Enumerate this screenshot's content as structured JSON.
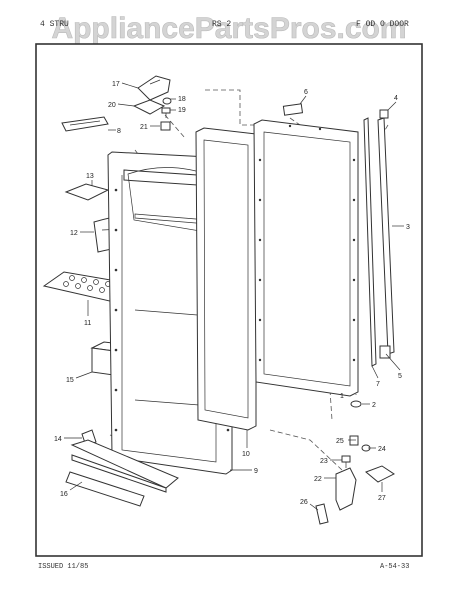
{
  "watermark": "AppliancePartsPros.com",
  "header": {
    "left": "4 STRU",
    "middle": "RS 2",
    "right": "F OD O DOOR"
  },
  "footer": {
    "issued": "ISSUED 11/85",
    "code": "A-54-33"
  },
  "callouts": {
    "c1": "1",
    "c2": "2",
    "c3": "3",
    "c4": "4",
    "c5": "5",
    "c6": "6",
    "c7": "7",
    "c8": "8",
    "c9": "9",
    "c10": "10",
    "c11": "11",
    "c12": "12",
    "c13": "13",
    "c14": "14",
    "c15": "15",
    "c16": "16",
    "c17": "17",
    "c18": "18",
    "c19": "19",
    "c20": "20",
    "c21": "21",
    "c22": "22",
    "c23": "23",
    "c24": "24",
    "c25": "25",
    "c26": "26",
    "c27": "27"
  }
}
